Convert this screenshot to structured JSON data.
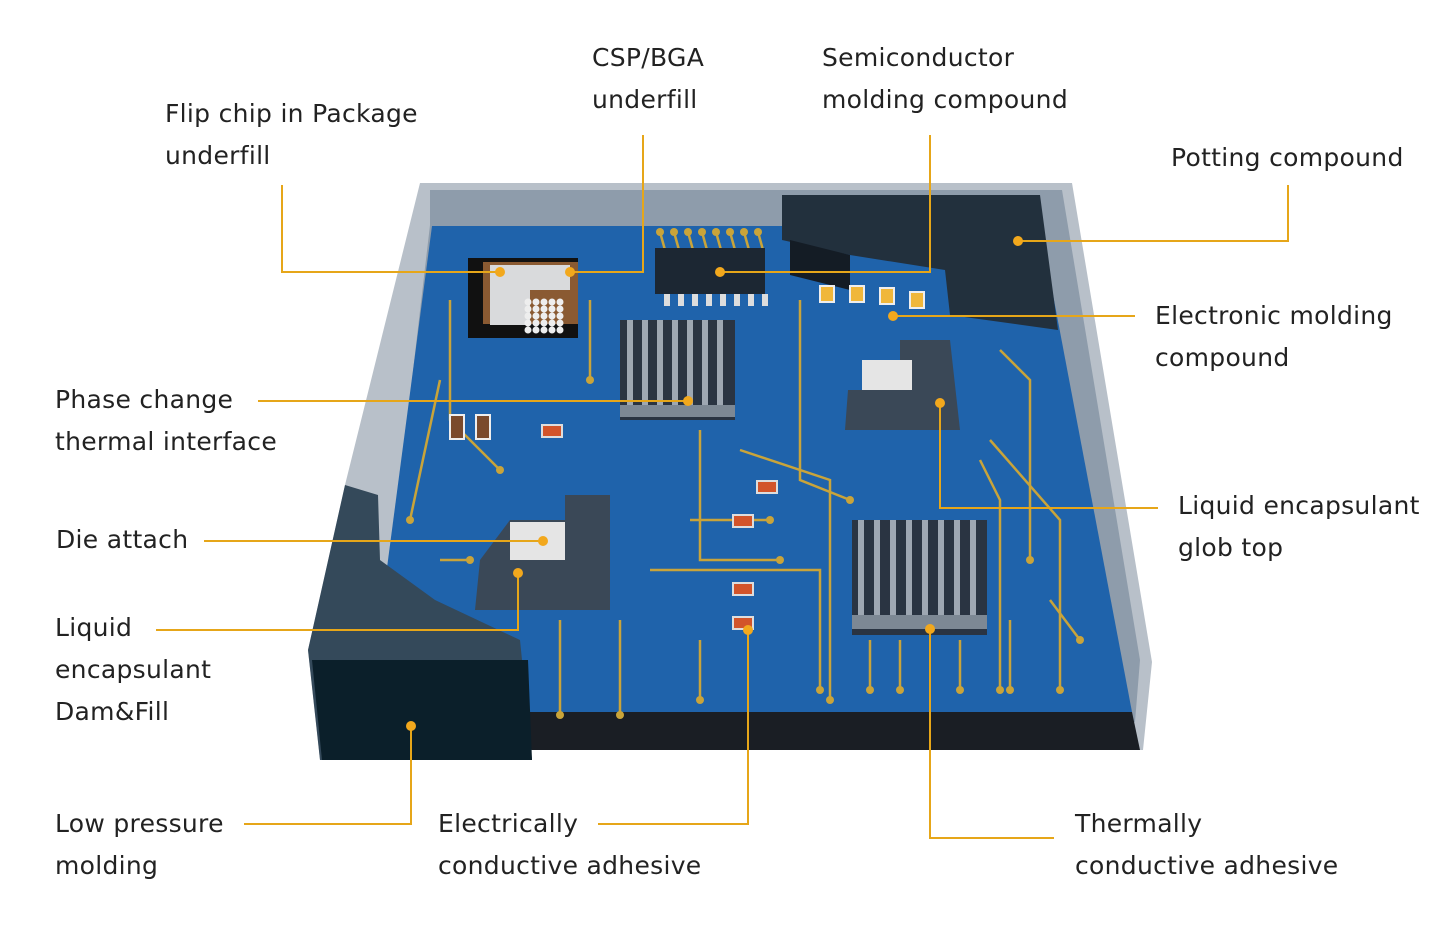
{
  "colors": {
    "leader_line": "#e6a619",
    "board": "#1d5fa6",
    "trace": "#c9a43a",
    "frame": "#9aa3ad",
    "molding": "#1e2b38"
  },
  "labels": {
    "flip_chip": "Flip chip in Package\nunderfill",
    "csp_bga": "CSP/BGA\nunderfill",
    "semiconductor_molding": "Semiconductor\nmolding compound",
    "potting": "Potting compound",
    "electronic_molding": "Electronic molding\ncompound",
    "phase_change": "Phase change\nthermal interface",
    "glob_top": "Liquid encapsulant\nglob top",
    "die_attach": "Die attach",
    "dam_fill": "Liquid\nencapsulant\nDam&Fill",
    "low_pressure": "Low pressure\nmolding",
    "electrically_conductive": "Electrically\nconductive adhesive",
    "thermally_conductive": "Thermally\nconductive adhesive"
  }
}
